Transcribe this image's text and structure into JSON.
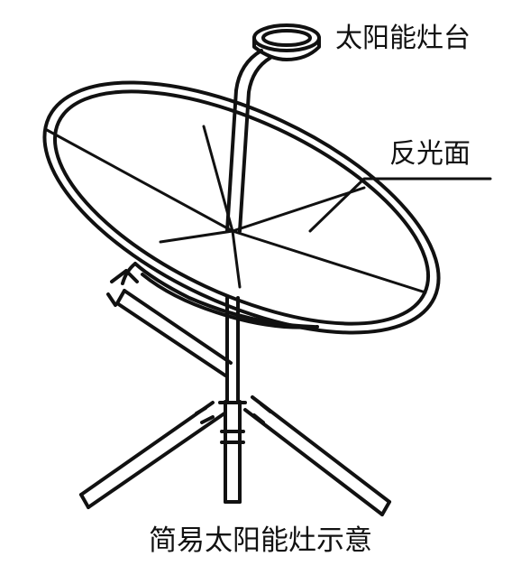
{
  "labels": {
    "cooker_stand": "太阳能灶台",
    "reflector": "反光面"
  },
  "caption": "简易太阳能灶示意",
  "colors": {
    "line": "#111111",
    "background": "#ffffff"
  }
}
